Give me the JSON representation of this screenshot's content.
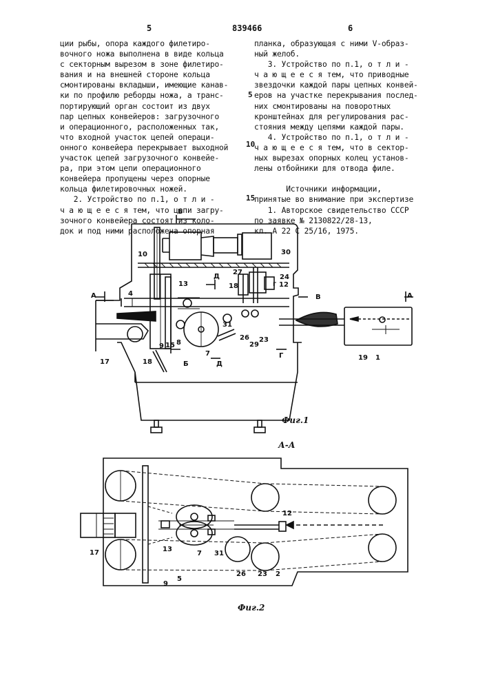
{
  "header": {
    "page_left": "5",
    "patent_no": "839466",
    "page_right": "6"
  },
  "left_column": [
    "ции рыбы, опора каждого филетиро-",
    "вочного ножа выполнена в виде кольца",
    "с секторным вырезом в зоне филетиро-",
    "вания и на внешней стороне кольца",
    "смонтированы вкладыши, имеющие канав-",
    "ки по профилю реборды ножа, а транс-",
    "портирующий орган состоит из двух",
    "пар цепных конвейеров: загрузочного",
    "и операционного, расположенных так,",
    "что входной участок цепей операци-",
    "онного конвейера перекрывает выходной",
    "участок цепей загрузочного конвейе-",
    "ра, при этом цепи операционного",
    "конвейера пропущены через опорные",
    "кольца филетировочных ножей.",
    "   2. Устройство по п.1, о т л и -",
    "ч а ю щ е е с я тем, что цепи загру-",
    "зочного конвейера состоят из коло-",
    "док и под ними расположена опорная"
  ],
  "right_column": [
    "планка, образующая с ними V-образ-",
    "ный желоб.",
    "   3. Устройство по п.1, о т л и -",
    "ч а ю щ е е с я тем, что приводные",
    "звездочки каждой пары цепных конвей-",
    "еров на участке перекрывания послед-",
    "них смонтированы на поворотных",
    "кронштейнах для регулирования рас-",
    "стояния между цепями каждой пары.",
    "   4. Устройство по п.1, о т л и -",
    "ч а ю щ е е с я тем, что в сектор-",
    "ных вырезах опорных колец установ-",
    "лены отбойники для отвода филе.",
    "",
    "       Источники информации,",
    "принятые во внимание при экспертизе",
    "   1. Авторское свидетельство СССР",
    "по заявке № 2130822/28-13,",
    "кл. А 22 С 25/16, 1975."
  ],
  "line_numbers": [
    "5",
    "10",
    "15"
  ],
  "figure1": {
    "caption": "Фиг.1",
    "labels": [
      "Б",
      "А",
      "А",
      "В",
      "10",
      "30",
      "27",
      "24",
      "г",
      "12",
      "13",
      "Д",
      "18",
      "4",
      "15",
      "8",
      "31",
      "26",
      "29",
      "23",
      "9",
      "17",
      "18",
      "Б",
      "7",
      "Д",
      "Г",
      "19",
      "1"
    ]
  },
  "figure2": {
    "caption": "Фиг.2",
    "section_label": "А-А",
    "labels": [
      "12",
      "17",
      "13",
      "7",
      "31",
      "26",
      "23",
      "2",
      "9",
      "5"
    ]
  }
}
